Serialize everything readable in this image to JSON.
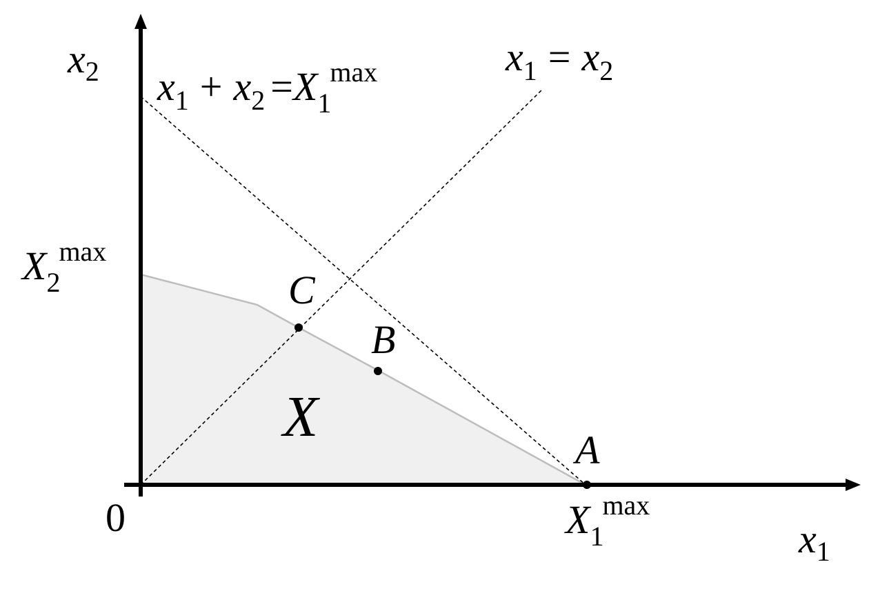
{
  "diagram": {
    "axes": {
      "x_label": {
        "base": "x",
        "sub": "1"
      },
      "y_label": {
        "base": "x",
        "sub": "2"
      },
      "origin_label": "0"
    },
    "ticks": {
      "x1max": {
        "base": "X",
        "sub": "1",
        "sup": "max"
      },
      "x2max": {
        "base": "X",
        "sub": "2",
        "sup": "max"
      }
    },
    "lines": {
      "sum_line": {
        "lhs1": "x",
        "sub1": "1",
        "plus": "+",
        "lhs2": "x",
        "sub2": "2",
        "eq": "=",
        "rhs": "X",
        "rhs_sub": "1",
        "rhs_sup": "max"
      },
      "diagonal": {
        "lhs": "x",
        "lhs_sub": "1",
        "eq": "=",
        "rhs": "x",
        "rhs_sub": "2"
      }
    },
    "region_label": "X",
    "points": {
      "A": "A",
      "B": "B",
      "C": "C"
    },
    "colors": {
      "region_fill": "#f0f0f0",
      "region_edge": "#bdbdbd",
      "ink": "#000000"
    }
  }
}
